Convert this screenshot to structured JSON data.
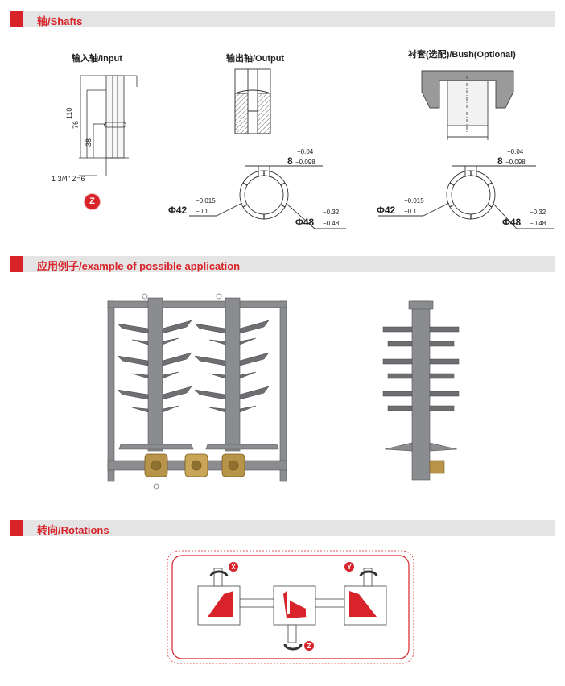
{
  "sections": {
    "shafts": {
      "title": "轴/Shafts"
    },
    "application": {
      "title": "应用例子/example of possible application"
    },
    "rotations": {
      "title": "转向/Rotations"
    }
  },
  "shafts": {
    "input": {
      "label": "输入轴/Input",
      "dim_110": "110",
      "dim_76": "76",
      "dim_38": "38",
      "spline_spec": "1 3/4\" Z=6",
      "badge": "Z"
    },
    "output": {
      "label": "输出轴/Output",
      "width_nominal": "8",
      "width_upper_tol": "−0.04",
      "width_lower_tol": "−0.098",
      "minor_dia_nominal": "Φ42",
      "minor_dia_upper_tol": "−0.015",
      "minor_dia_lower_tol": "−0.1",
      "major_dia_nominal": "Φ48",
      "major_dia_upper_tol": "−0.32",
      "major_dia_lower_tol": "−0.48"
    },
    "bush": {
      "label": "衬套(选配)/Bush(Optional)",
      "width_nominal": "8",
      "width_upper_tol": "−0.04",
      "width_lower_tol": "−0.098",
      "minor_dia_nominal": "Φ42",
      "minor_dia_upper_tol": "−0.015",
      "minor_dia_lower_tol": "−0.1",
      "major_dia_nominal": "Φ48",
      "major_dia_upper_tol": "−0.32",
      "major_dia_lower_tol": "−0.48"
    }
  },
  "rotations": {
    "badge_x": "X",
    "badge_y": "Y",
    "badge_z": "Z"
  },
  "colors": {
    "accent": "#d8232a",
    "section_bg": "#e4e4e4",
    "machine_gray": "#7d7f82",
    "gear_gold": "#b8944a"
  }
}
